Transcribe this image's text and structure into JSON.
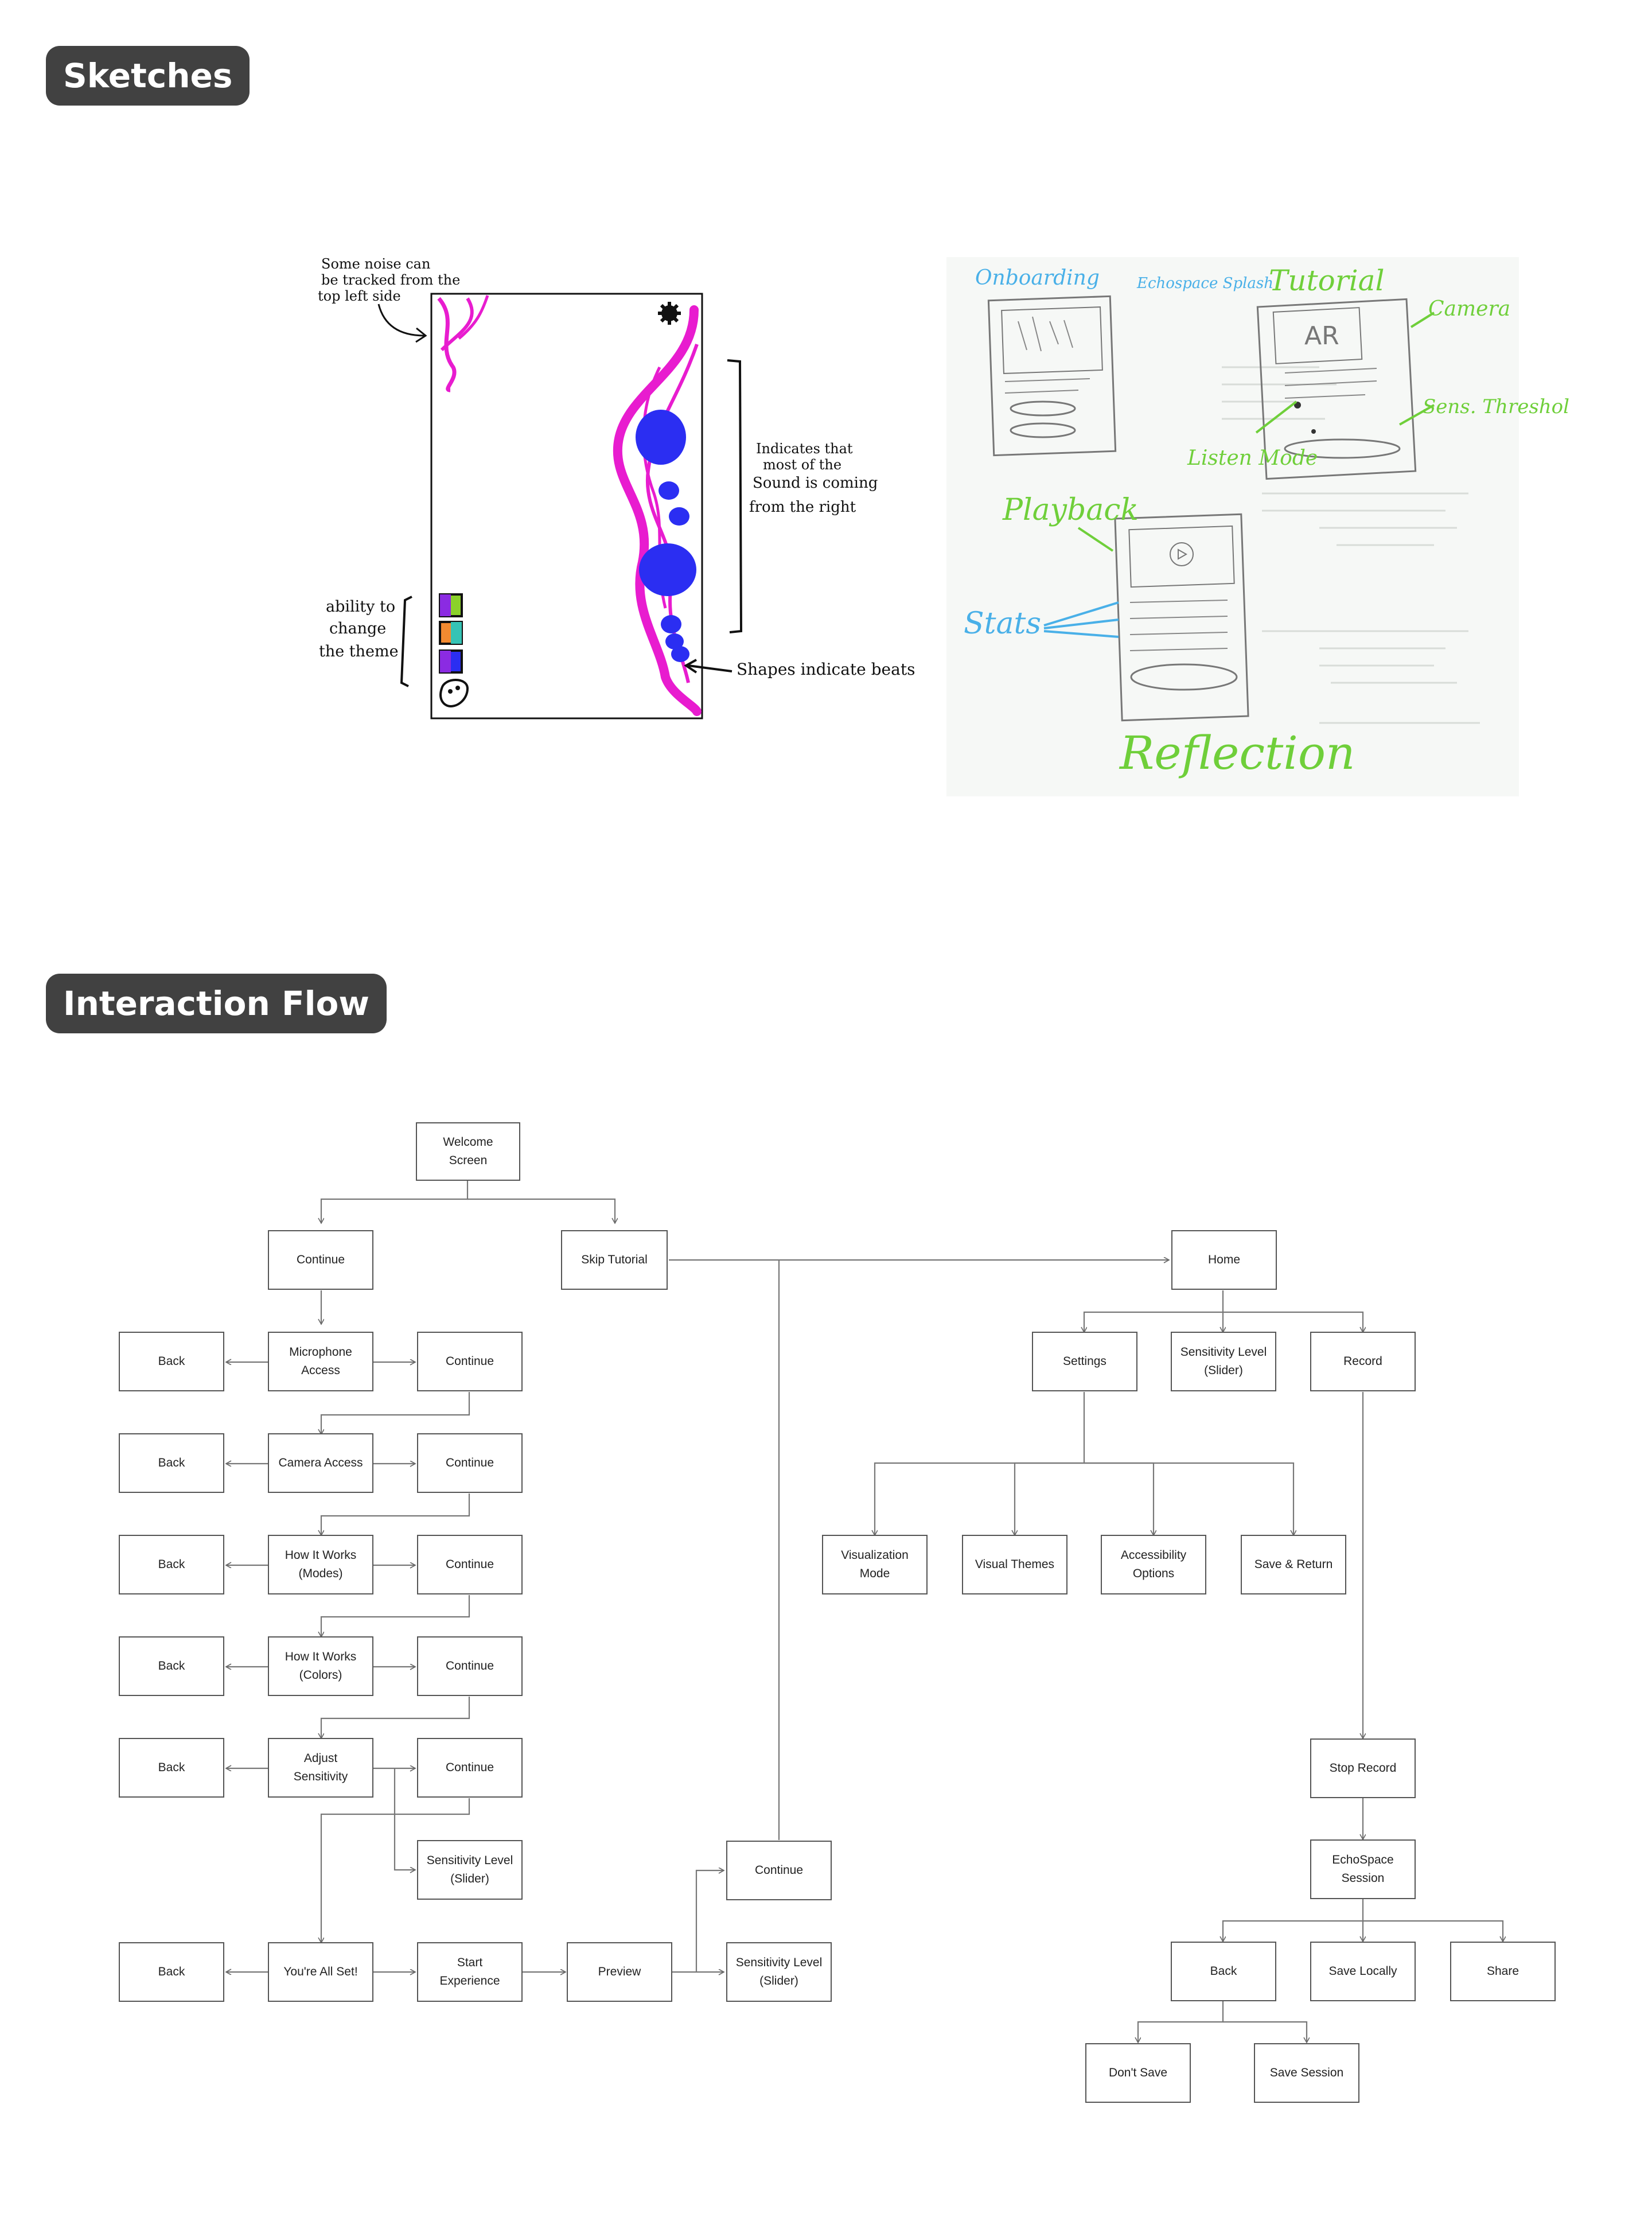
{
  "sections": {
    "sketches_title": "Sketches",
    "flow_title": "Interaction Flow"
  },
  "sketch1": {
    "note_top": [
      "Some noise can",
      "be tracked from the",
      "top left side"
    ],
    "note_right": [
      "Indicates that",
      "most of the",
      "Sound is coming",
      "from the right"
    ],
    "note_left": [
      "ability to",
      "change",
      "the theme"
    ],
    "note_beats": "Shapes indicate beats",
    "colors": {
      "magenta": "#e81ccf",
      "blue": "#2b2ef2",
      "theme_green": "#8bd12b",
      "theme_orange": "#f28a30",
      "theme_teal": "#35c3b5",
      "theme_purple": "#8b2be2"
    }
  },
  "sketch2": {
    "labels": {
      "onboarding": "Onboarding",
      "echospace_splash": "Echospace Splash",
      "tutorial": "Tutorial",
      "ar": "AR",
      "camera": "Camera",
      "sens_threshold": "Sens. Threshol",
      "listen_mode": "Listen Mode",
      "playback": "Playback",
      "stats": "Stats",
      "reflection": "Reflection"
    },
    "colors": {
      "green": "#6fcf3a",
      "blue": "#49b0e8"
    }
  },
  "flow": {
    "welcome": "Welcome\nScreen",
    "continue_1": "Continue",
    "skip_tutorial": "Skip Tutorial",
    "home": "Home",
    "back_mic": "Back",
    "microphone_access": "Microphone\nAccess",
    "continue_mic": "Continue",
    "back_cam": "Back",
    "camera_access": "Camera Access",
    "continue_cam": "Continue",
    "back_modes": "Back",
    "how_modes": "How It Works\n(Modes)",
    "continue_modes": "Continue",
    "back_colors": "Back",
    "how_colors": "How It Works\n(Colors)",
    "continue_colors": "Continue",
    "back_adjust": "Back",
    "adjust_sensitivity": "Adjust\nSensitivity",
    "continue_adjust": "Continue",
    "sensitivity_slider_1": "Sensitivity Level\n(Slider)",
    "back_set": "Back",
    "all_set": "You're All Set!",
    "start_experience": "Start\nExperience",
    "preview": "Preview",
    "continue_preview": "Continue",
    "sensitivity_slider_2": "Sensitivity Level\n(Slider)",
    "settings": "Settings",
    "sensitivity_slider_home": "Sensitivity Level\n(Slider)",
    "record": "Record",
    "visualization_mode": "Visualization\nMode",
    "visual_themes": "Visual Themes",
    "accessibility_options": "Accessibility\nOptions",
    "save_return": "Save & Return",
    "stop_record": "Stop Record",
    "echospace_session": "EchoSpace\nSession",
    "back_session": "Back",
    "save_locally": "Save Locally",
    "share": "Share",
    "dont_save": "Don't Save",
    "save_session": "Save Session"
  }
}
